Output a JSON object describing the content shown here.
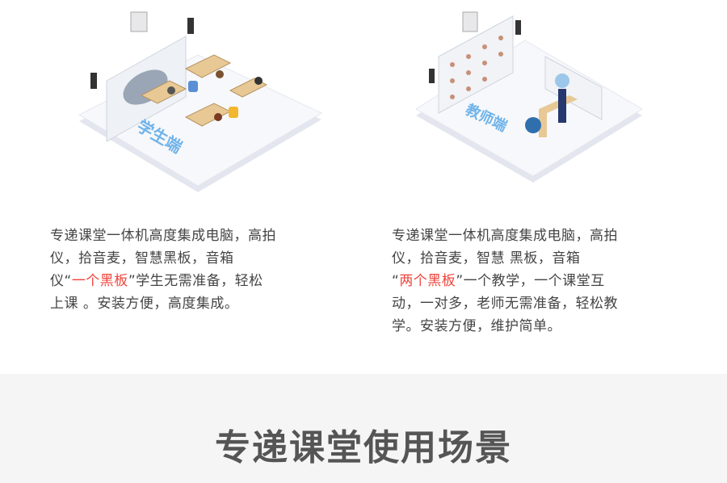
{
  "student": {
    "label": "学生端",
    "lines": [
      "专递课堂一体机高度集成电脑，高拍",
      "仪，拾音麦，智慧黑板，音箱"
    ],
    "line3_pre": "仪“",
    "line3_red": "一个黑板",
    "line3_post": "”学生无需准备，轻松",
    "line4": "上课 。安装方便，高度集成。"
  },
  "teacher": {
    "label": "教师端",
    "lines": [
      "专递课堂一体机高度集成电脑，高拍",
      "仪，拾音麦，智慧 黑板，音箱"
    ],
    "line3_pre": "“",
    "line3_red": "两个黑板",
    "line3_post": "”一个教学，一个课堂互",
    "line4": "动，一对多，老师无需准备，轻松教",
    "line5": "学。安装方便，维护简单。"
  },
  "section_title": "专递课堂使用场景",
  "colors": {
    "accent_red": "#f0433b",
    "label_blue": "#6fb3ea"
  }
}
